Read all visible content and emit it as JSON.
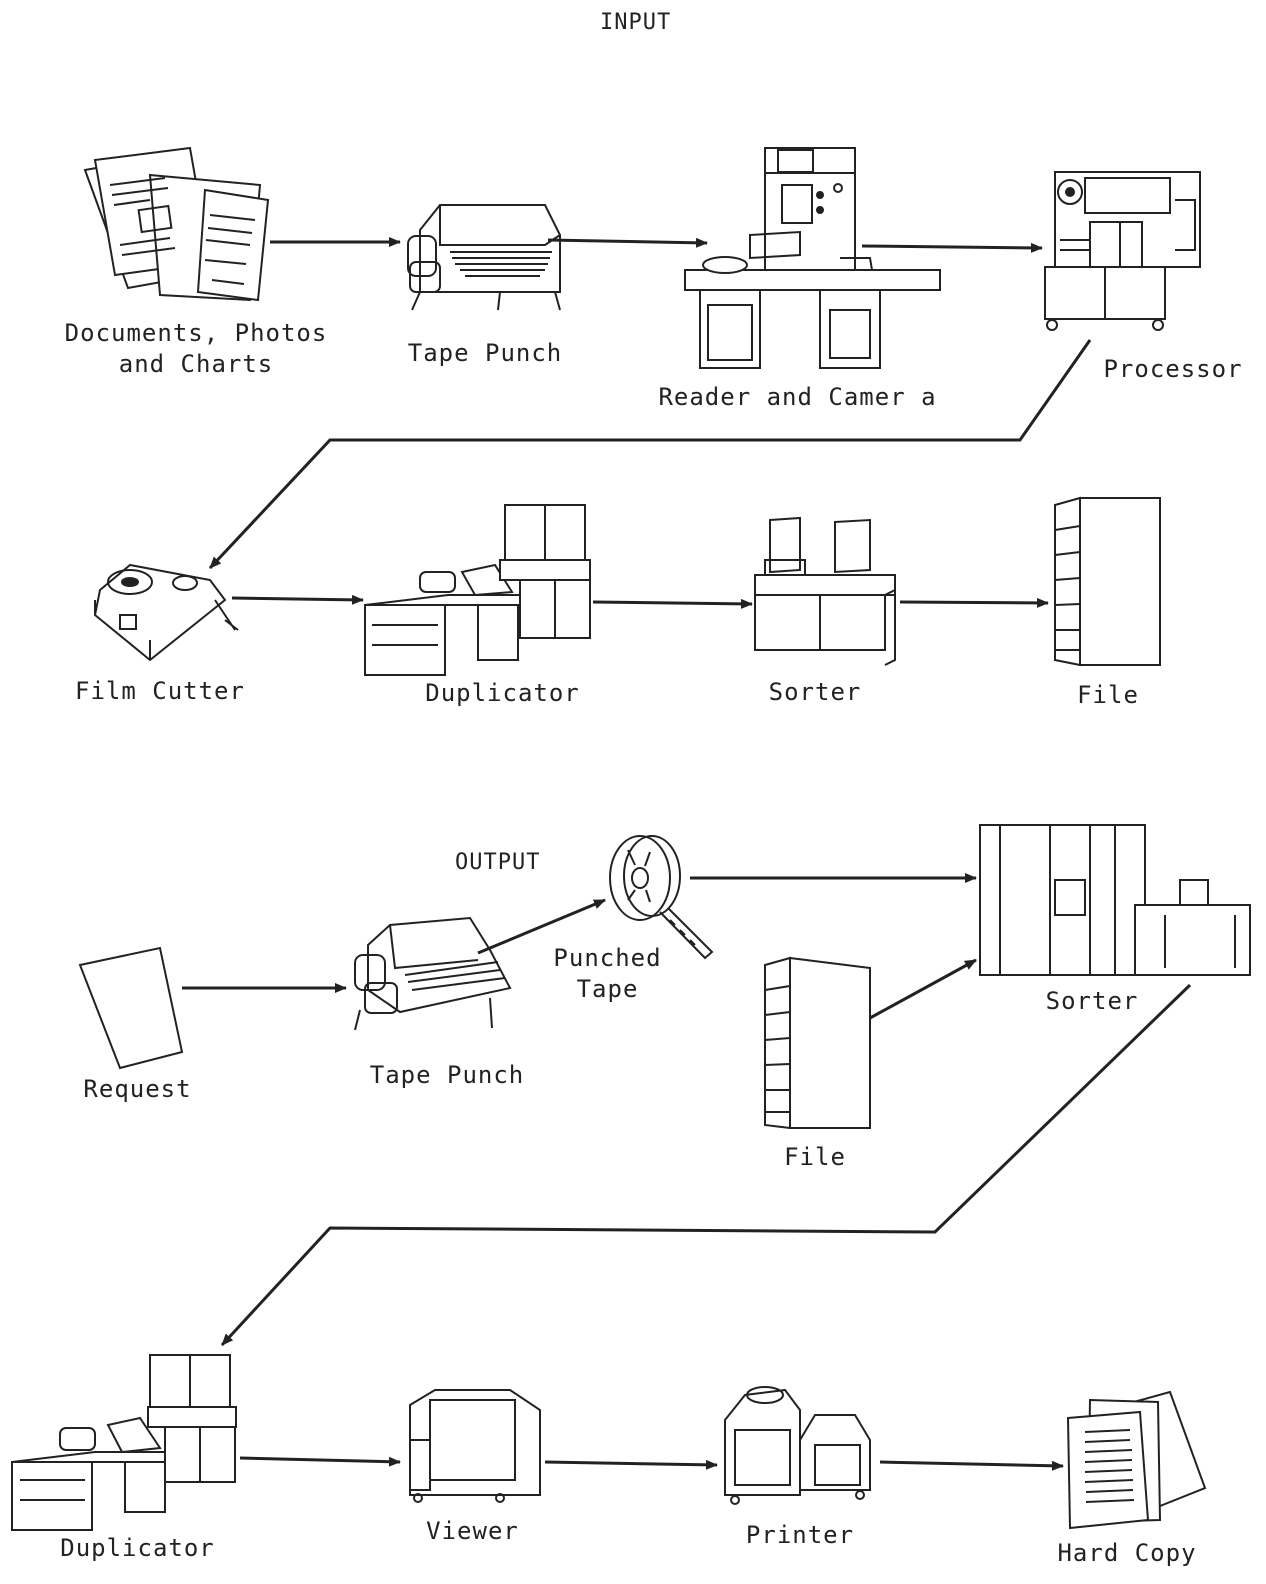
{
  "sections": {
    "input": {
      "heading": "INPUT",
      "labels": {
        "documents": "Documents, Photos\nand Charts",
        "tape_punch": "Tape Punch",
        "reader_camera": "Reader and Camer a",
        "processor": "Processor",
        "film_cutter": "Film Cutter",
        "duplicator": "Duplicator",
        "sorter": "Sorter",
        "file": "File"
      }
    },
    "output": {
      "heading": "OUTPUT",
      "labels": {
        "request": "Request",
        "tape_punch": "Tape Punch",
        "punched_tape": "Punched\nTape",
        "file": "File",
        "sorter": "Sorter",
        "duplicator": "Duplicator",
        "viewer": "Viewer",
        "printer": "Printer",
        "hard_copy": "Hard Copy"
      }
    }
  },
  "icons": [
    "documents-icon",
    "tape-punch-icon",
    "reader-camera-icon",
    "processor-icon",
    "film-cutter-icon",
    "duplicator-icon",
    "sorter-icon",
    "file-cabinet-icon",
    "request-sheet-icon",
    "punched-tape-reel-icon",
    "viewer-icon",
    "printer-icon",
    "hard-copy-icon"
  ],
  "colors": {
    "line": "#222222",
    "background": "#ffffff"
  }
}
